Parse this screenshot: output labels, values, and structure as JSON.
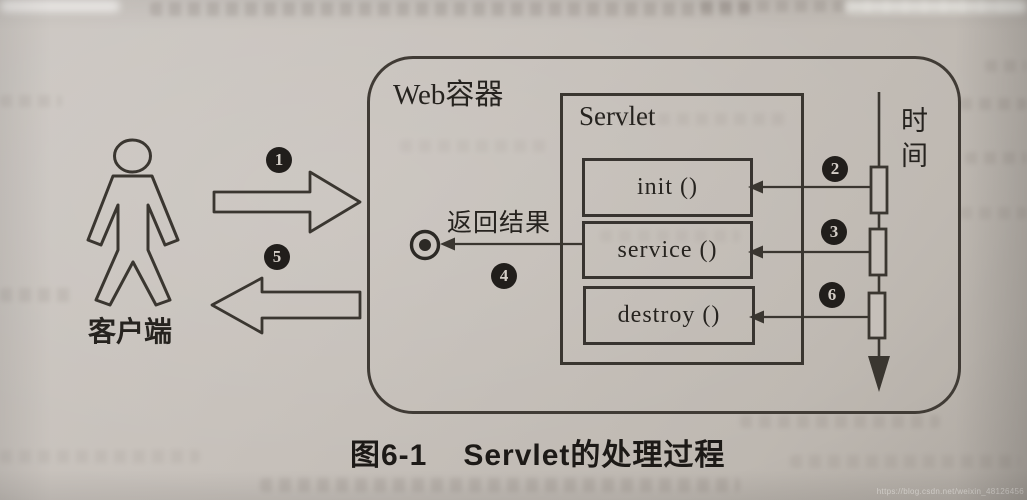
{
  "caption": {
    "number": "图6-1",
    "title": "Servlet的处理过程"
  },
  "web_container": {
    "label": "Web容器"
  },
  "servlet": {
    "label": "Servlet",
    "methods": [
      {
        "name": "init ()"
      },
      {
        "name": "service ()"
      },
      {
        "name": "destroy ()"
      }
    ]
  },
  "client": {
    "label": "客户端"
  },
  "timeline": {
    "label": "时间"
  },
  "return_result": {
    "label": "返回结果"
  },
  "badges": {
    "n1": "1",
    "n2": "2",
    "n3": "3",
    "n4": "4",
    "n5": "5",
    "n6": "6"
  },
  "watermark": "https://blog.csdn.net/weixin_48126456",
  "colors": {
    "paper": "#c4beb8",
    "ink": "#3a3630"
  }
}
